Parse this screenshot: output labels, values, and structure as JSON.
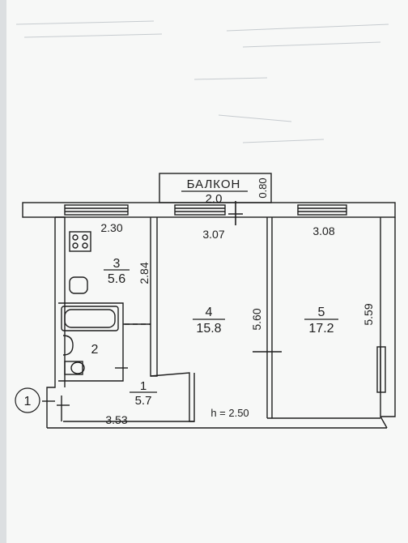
{
  "balcony": {
    "name": "БАЛКОН",
    "area": "2.0",
    "depth": "0.80"
  },
  "rooms": [
    {
      "id": "1",
      "area": "5.7"
    },
    {
      "id": "2",
      "area": ""
    },
    {
      "id": "3",
      "area": "5.6"
    },
    {
      "id": "4",
      "area": "15.8"
    },
    {
      "id": "5",
      "area": "17.2"
    }
  ],
  "dimensions": {
    "kitchen_width": "2.30",
    "kitchen_length": "2.84",
    "room4_width": "3.07",
    "room4_length": "5.60",
    "room5_width": "3.08",
    "room5_length": "5.59",
    "hall_width": "3.53",
    "ceiling_height": "h = 2.50"
  },
  "marker": "1",
  "colors": {
    "paper": "#f7f8f7",
    "ink": "#1e1e1e",
    "background": "#dcdfe1"
  }
}
